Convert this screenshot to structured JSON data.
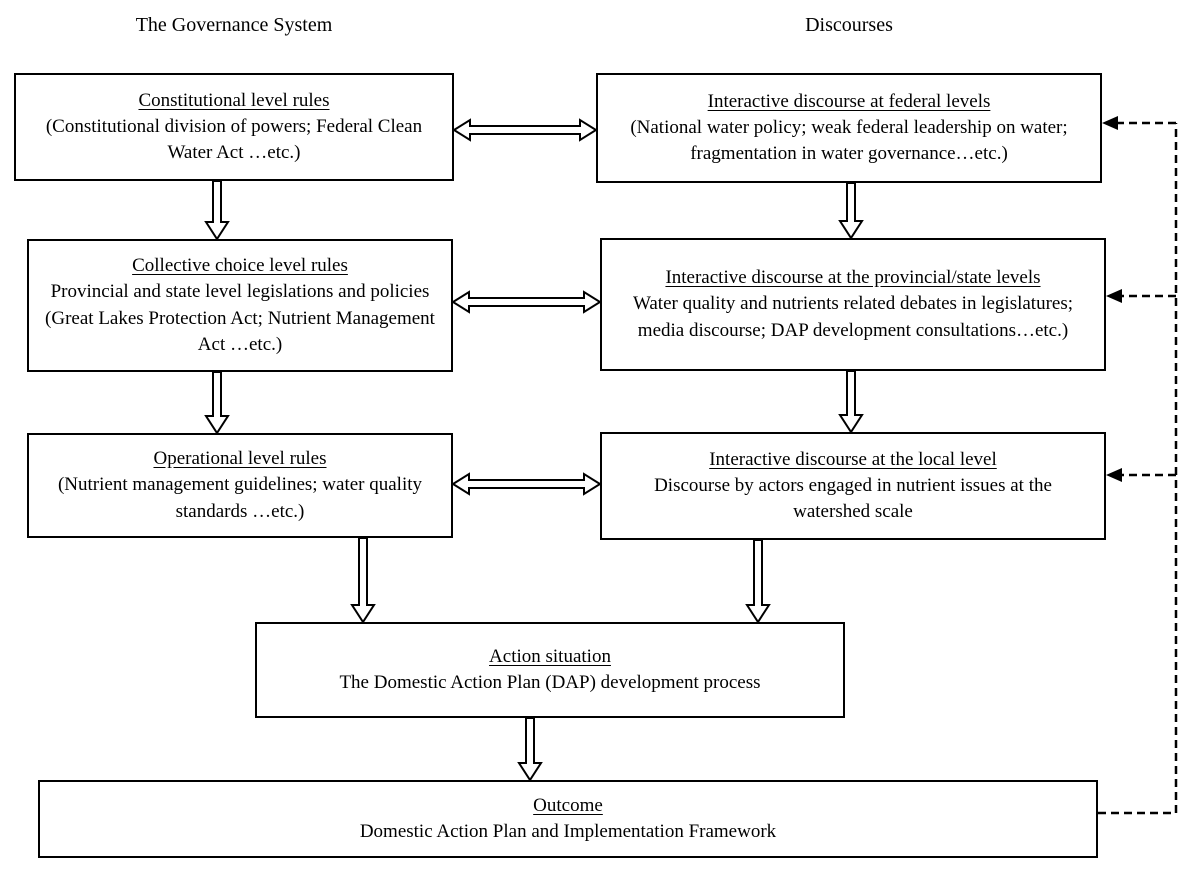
{
  "titles": {
    "governance": "The Governance System",
    "discourses": "Discourses"
  },
  "boxes": {
    "constitutional": {
      "heading": "Constitutional level rules",
      "body": "(Constitutional division of powers; Federal Clean Water Act …etc.)"
    },
    "federal": {
      "heading": "Interactive discourse at federal levels",
      "body": "(National water policy; weak federal leadership on water; fragmentation in water governance…etc.)"
    },
    "collective": {
      "heading": "Collective choice level rules",
      "body": "Provincial and state level legislations and policies (Great Lakes Protection Act; Nutrient Management Act …etc.)"
    },
    "provincial": {
      "heading": "Interactive discourse at the provincial/state levels",
      "body": "Water quality and nutrients related debates in legislatures; media discourse; DAP development consultations…etc.)"
    },
    "operational": {
      "heading": "Operational level rules",
      "body": "(Nutrient management guidelines; water quality standards …etc.)"
    },
    "local": {
      "heading": "Interactive discourse at the local level",
      "body": "Discourse by actors engaged in nutrient issues at the watershed scale"
    },
    "action": {
      "heading": "Action situation",
      "body": "The Domestic Action Plan (DAP) development process"
    },
    "outcome": {
      "heading": "Outcome",
      "body": "Domestic Action Plan and Implementation Framework"
    }
  },
  "colors": {
    "line": "#000000",
    "background": "#ffffff",
    "text": "#000000"
  }
}
